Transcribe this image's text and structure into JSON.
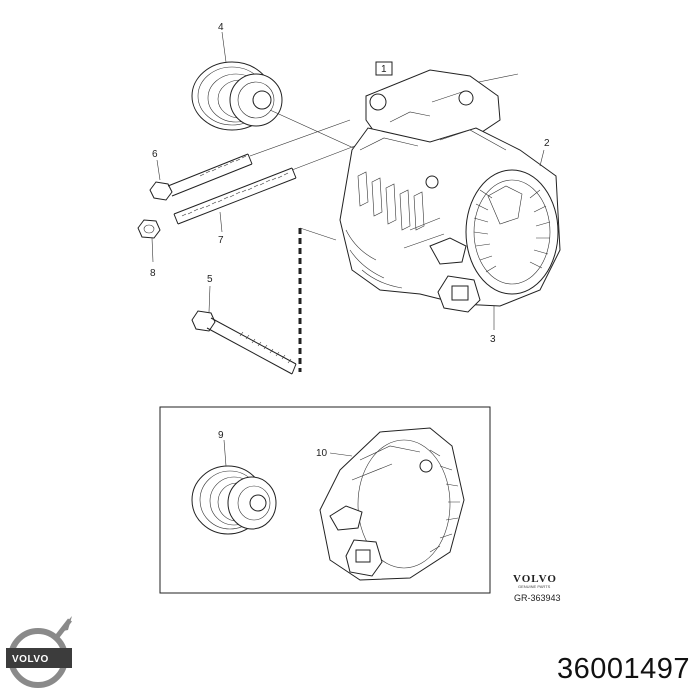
{
  "diagram": {
    "box_label": "1",
    "callouts": {
      "c2": "2",
      "c3": "3",
      "c4": "4",
      "c5": "5",
      "c6": "6",
      "c7": "7",
      "c8": "8",
      "c9": "9",
      "c10": "10"
    },
    "brand": "VOLVO",
    "brand_sub": "GENUINE PARTS",
    "reference": "GR-363943"
  },
  "footer": {
    "logo_text": "VOLVO",
    "part_number": "36001497"
  },
  "colors": {
    "line": "#222222",
    "logo_ring": "#8a8a8a",
    "logo_band": "#3c3c3c"
  }
}
